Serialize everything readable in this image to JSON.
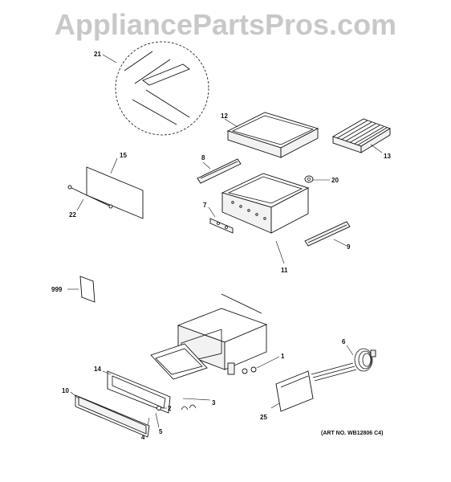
{
  "watermark": "AppliancePartsPros.com",
  "art_number": "(ART NO. WB12806 C4)",
  "callouts": {
    "c21": "21",
    "c12": "12",
    "c13": "13",
    "c15": "15",
    "c8": "8",
    "c20": "20",
    "c22": "22",
    "c7": "7",
    "c9": "9",
    "c11": "11",
    "c999": "999",
    "c1": "1",
    "c6": "6",
    "c14": "14",
    "c2": "2",
    "c10": "10",
    "c3": "3",
    "c25": "25",
    "c4": "4",
    "c5": "5"
  }
}
